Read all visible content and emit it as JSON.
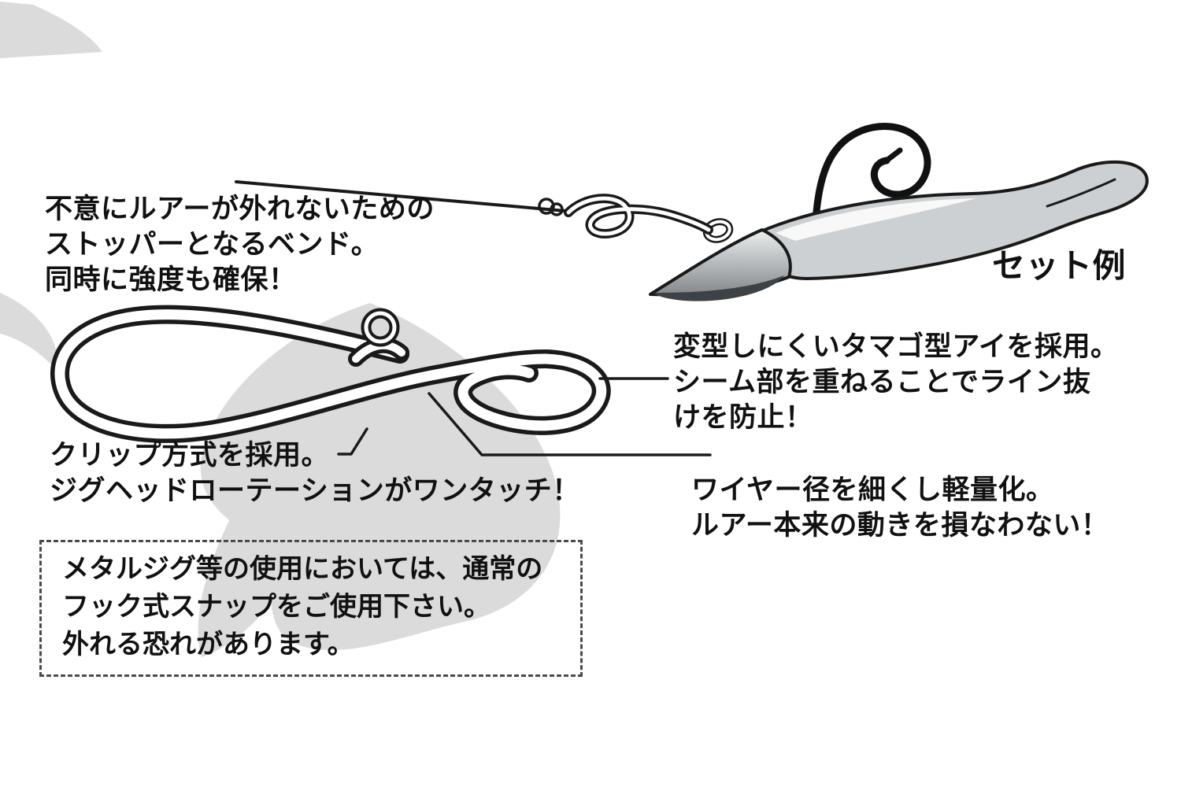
{
  "labels": {
    "set_example": "セット例"
  },
  "annotations": {
    "bend": {
      "lines": [
        "不意にルアーが外れないための",
        "ストッパーとなるベンド。",
        "同時に強度も確保！"
      ]
    },
    "eye": {
      "lines": [
        "変型しにくいタマゴ型アイを採用。",
        "シーム部を重ねることでライン抜",
        "けを防止！"
      ]
    },
    "clip": {
      "lines": [
        "クリップ方式を採用。",
        "ジグヘッドローテーションがワンタッチ！"
      ]
    },
    "wire": {
      "lines": [
        "ワイヤー径を細くし軽量化。",
        "ルアー本来の動きを損なわない！"
      ]
    },
    "warning": {
      "lines": [
        "メタルジグ等の使用においては、通常の",
        "フック式スナップをご使用下さい。",
        "外れる恐れがあります。"
      ]
    }
  },
  "colors": {
    "ink": "#1a1a1a",
    "lure_body": "#ccd0d2",
    "lure_shadow": "#3c4246",
    "background_shape": "#cfcfcf",
    "highlight": "#ffffff"
  }
}
